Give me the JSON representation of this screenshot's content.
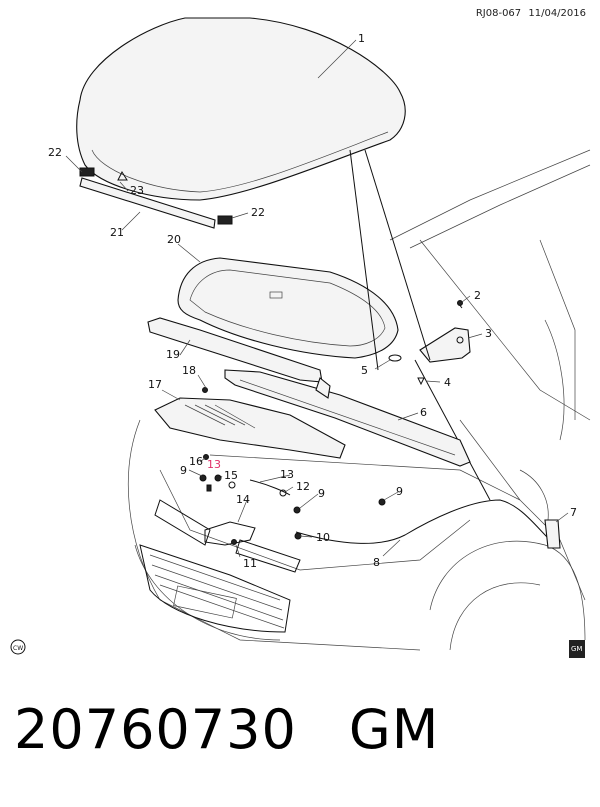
{
  "header": {
    "code": "RJ08-067",
    "date": "11/04/2016"
  },
  "callouts": [
    "1",
    "2",
    "3",
    "4",
    "5",
    "6",
    "7",
    "8",
    "9",
    "9",
    "9",
    "10",
    "11",
    "12",
    "13",
    "14",
    "15",
    "16",
    "17",
    "18",
    "19",
    "20",
    "21",
    "22",
    "22",
    "23"
  ],
  "highlight_color": "#e0306a",
  "footer": {
    "part_number": "20760730",
    "brand": "GM"
  },
  "badges": {
    "bottom_left": "CW",
    "bottom_right": "GM"
  }
}
